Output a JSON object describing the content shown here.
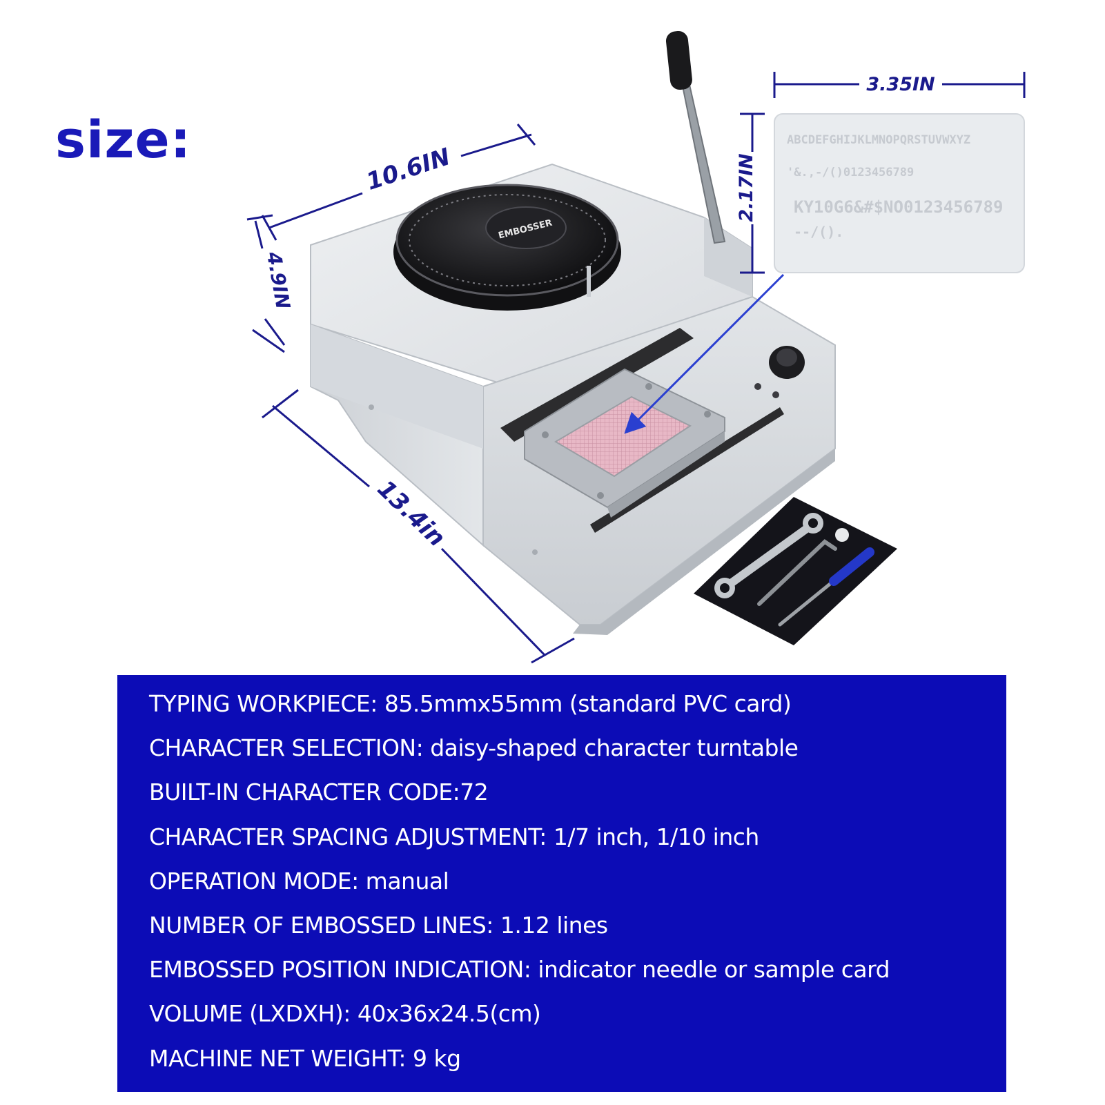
{
  "heading": "size:",
  "product": {
    "dial_label": "EMBOSSER",
    "colors": {
      "machine_body": "#e4e6e9",
      "dial": "#1c1c1e",
      "card": "#e9ecef",
      "dimension_line": "#1a1a8c",
      "spec_panel": "#0c0cb6",
      "heading": "#1a1ab8"
    }
  },
  "dimensions": {
    "width": "10.6IN",
    "height": "4.9IN",
    "depth": "13.4in",
    "card_width": "3.35IN",
    "card_height": "2.17IN"
  },
  "sample_card": {
    "lines": [
      "ABCDEFGHIJKLMNOPQRSTUVWXYZ",
      "'&.,-/()0123456789",
      "KY10G6&#$NO0123456789",
      "--/()."
    ]
  },
  "accessories": [
    "wrench-icon",
    "allen-key-icon",
    "screwdriver-icon"
  ],
  "specs": [
    "TYPING WORKPIECE: 85.5mmx55mm (standard PVC card)",
    "CHARACTER SELECTION: daisy-shaped character turntable",
    "BUILT-IN CHARACTER CODE:72",
    "CHARACTER SPACING ADJUSTMENT: 1/7 inch, 1/10 inch",
    "OPERATION MODE: manual",
    "NUMBER OF EMBOSSED LINES: 1.12 lines",
    "EMBOSSED POSITION INDICATION: indicator needle or sample card",
    "VOLUME (LXDXH): 40x36x24.5(cm)",
    "MACHINE NET WEIGHT: 9 kg"
  ]
}
